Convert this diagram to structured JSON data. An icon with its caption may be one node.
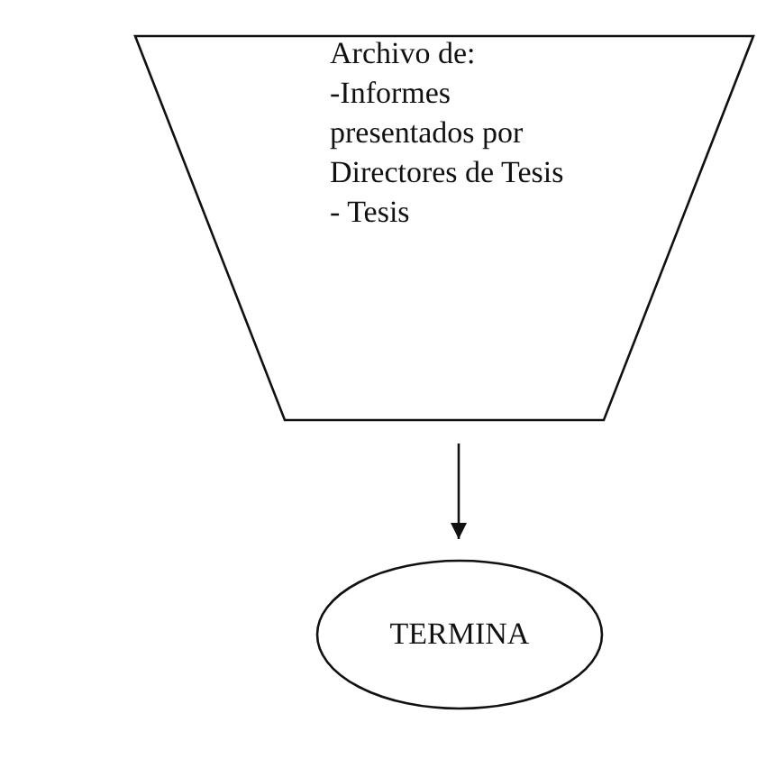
{
  "diagram": {
    "nodes": [
      {
        "text": [
          "Archivo de:",
          "-Informes presentados por Directores de Tesis",
          "- Tesis"
        ]
      },
      {
        "text": [
          "TERMINA"
        ]
      }
    ],
    "edges": [
      {
        "from": 0,
        "to": 1,
        "arrow": "to"
      }
    ]
  }
}
